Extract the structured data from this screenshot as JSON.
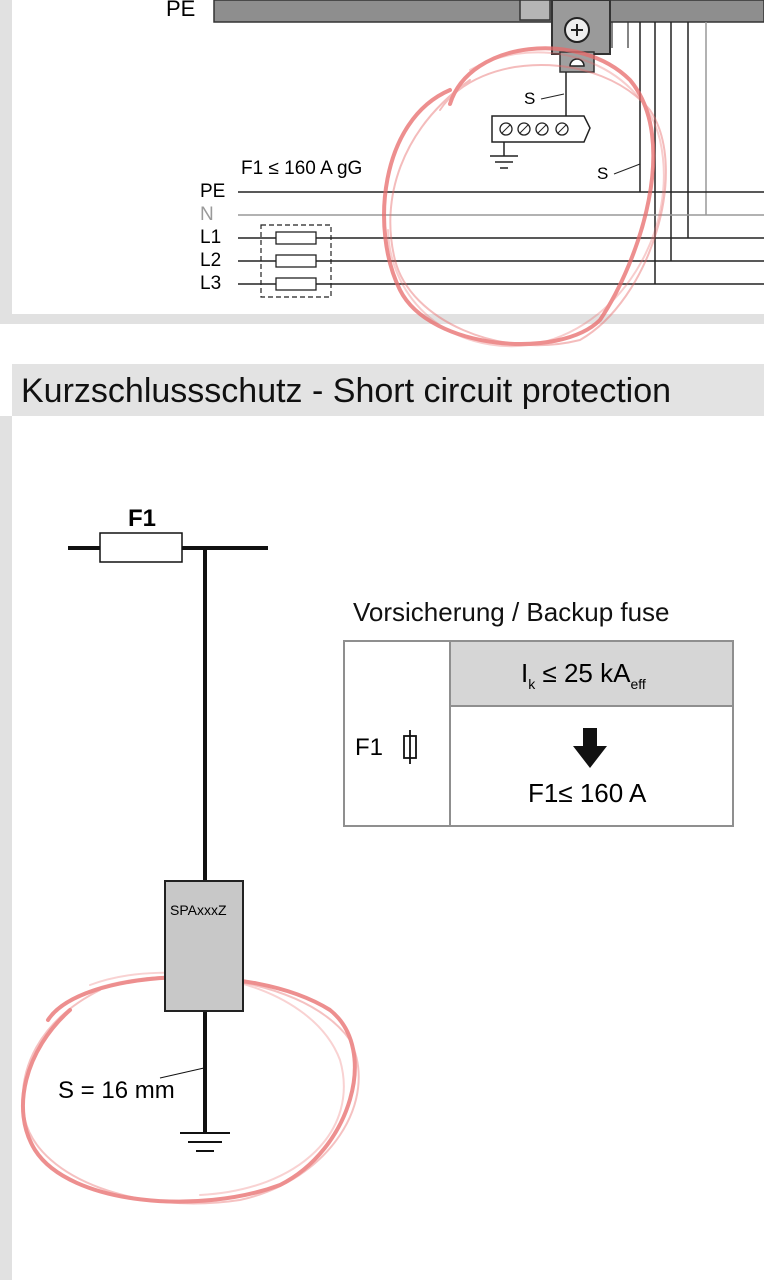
{
  "top_diagram": {
    "pe_bar_label": "PE",
    "fuse_rating": "F1 ≤ 160 A gG",
    "lines": [
      {
        "label": "PE",
        "color": "#222222"
      },
      {
        "label": "N",
        "color": "#999999"
      },
      {
        "label": "L1",
        "color": "#222222"
      },
      {
        "label": "L2",
        "color": "#222222"
      },
      {
        "label": "L3",
        "color": "#222222"
      }
    ],
    "s_label_upper": "S",
    "s_label_lower": "S"
  },
  "section": {
    "title": "Kurzschlussschutz - Short circuit protection"
  },
  "schematic": {
    "fuse_label": "F1",
    "device_label": "SPAxxxZ",
    "conductor_label": "S = 16 mm"
  },
  "backup_fuse": {
    "title": "Vorsicherung / Backup fuse",
    "row_label": "F1",
    "ik_main": "I",
    "ik_sub": "k",
    "ik_rest": " ≤ 25 kA",
    "ik_unit_sub": "eff",
    "limit": "F1≤ 160 A"
  },
  "colors": {
    "frame_gray": "#e1e1e1",
    "header_gray": "#e3e3e3",
    "device_gray": "#c8c8c8",
    "annotation_red": "#e86a6a"
  }
}
